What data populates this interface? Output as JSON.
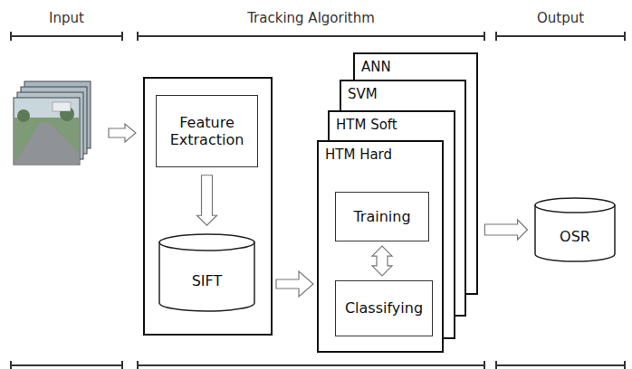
{
  "diagram": {
    "nodes": [
      {
        "text": [
          "Feature Extraction"
        ]
      },
      {
        "text": [
          "SIFT"
        ]
      },
      {
        "text": [
          "ANN"
        ]
      },
      {
        "text": [
          "SVM"
        ]
      },
      {
        "text": [
          "HTM Soft"
        ]
      },
      {
        "text": [
          "HTM Hard"
        ]
      },
      {
        "text": [
          "Training"
        ],
        "in": 5
      },
      {
        "text": [
          "Classifying"
        ],
        "in": 5
      },
      {
        "text": [
          "OSR"
        ]
      }
    ],
    "edges": [
      {
        "from": 0,
        "to": 1,
        "arrow": "to"
      },
      {
        "from": 6,
        "to": 7,
        "arrow": "both"
      },
      {
        "from": 2,
        "to": 8,
        "arrow": "to"
      }
    ],
    "labels": [
      "Input",
      "Tracking Algorithm",
      "Output"
    ]
  }
}
